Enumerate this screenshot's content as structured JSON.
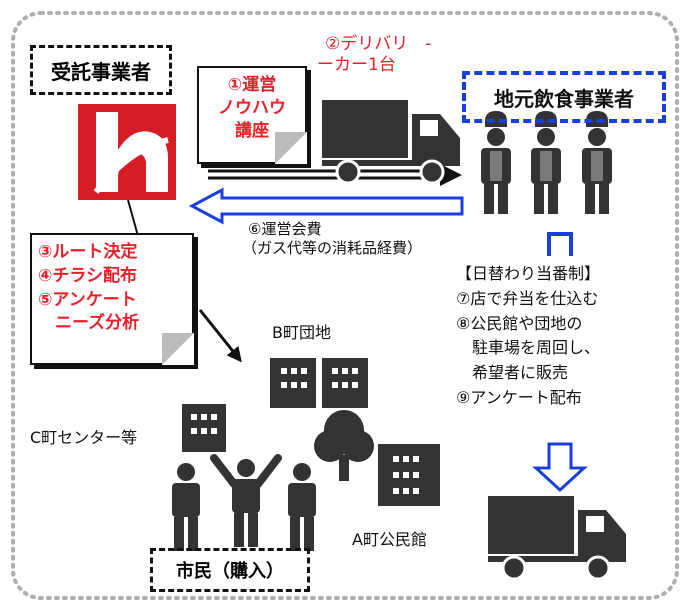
{
  "contractor_label": "受託事業者",
  "operator_label": "地元飲食事業者",
  "delivery_text": [
    "②デリバリ　-",
    "ーカー1台"
  ],
  "know_how_note": [
    "①運営",
    "ノウハウ",
    "講座"
  ],
  "fee_text": [
    "⑥運営会費",
    "（ガス代等の消耗品経費）"
  ],
  "tasks_note": [
    "③ルート決定",
    "④チラシ配布",
    "⑤アンケート",
    "　ニーズ分析"
  ],
  "shift_title": "【日替わり当番制】",
  "shift_steps": [
    "⑦店で弁当を仕込む",
    "⑧公民館や団地の",
    "　駐車場を周回し、",
    "　希望者に販売",
    "⑨アンケート配布"
  ],
  "place_b": "B町団地",
  "place_c": "C町センター等",
  "place_a": "A町公民館",
  "citizens_label": "市民（購入）",
  "colors": {
    "red": "#e8202a",
    "blue": "#1a3fe0",
    "dark": "#333333",
    "dots": "#b0b0b0"
  }
}
